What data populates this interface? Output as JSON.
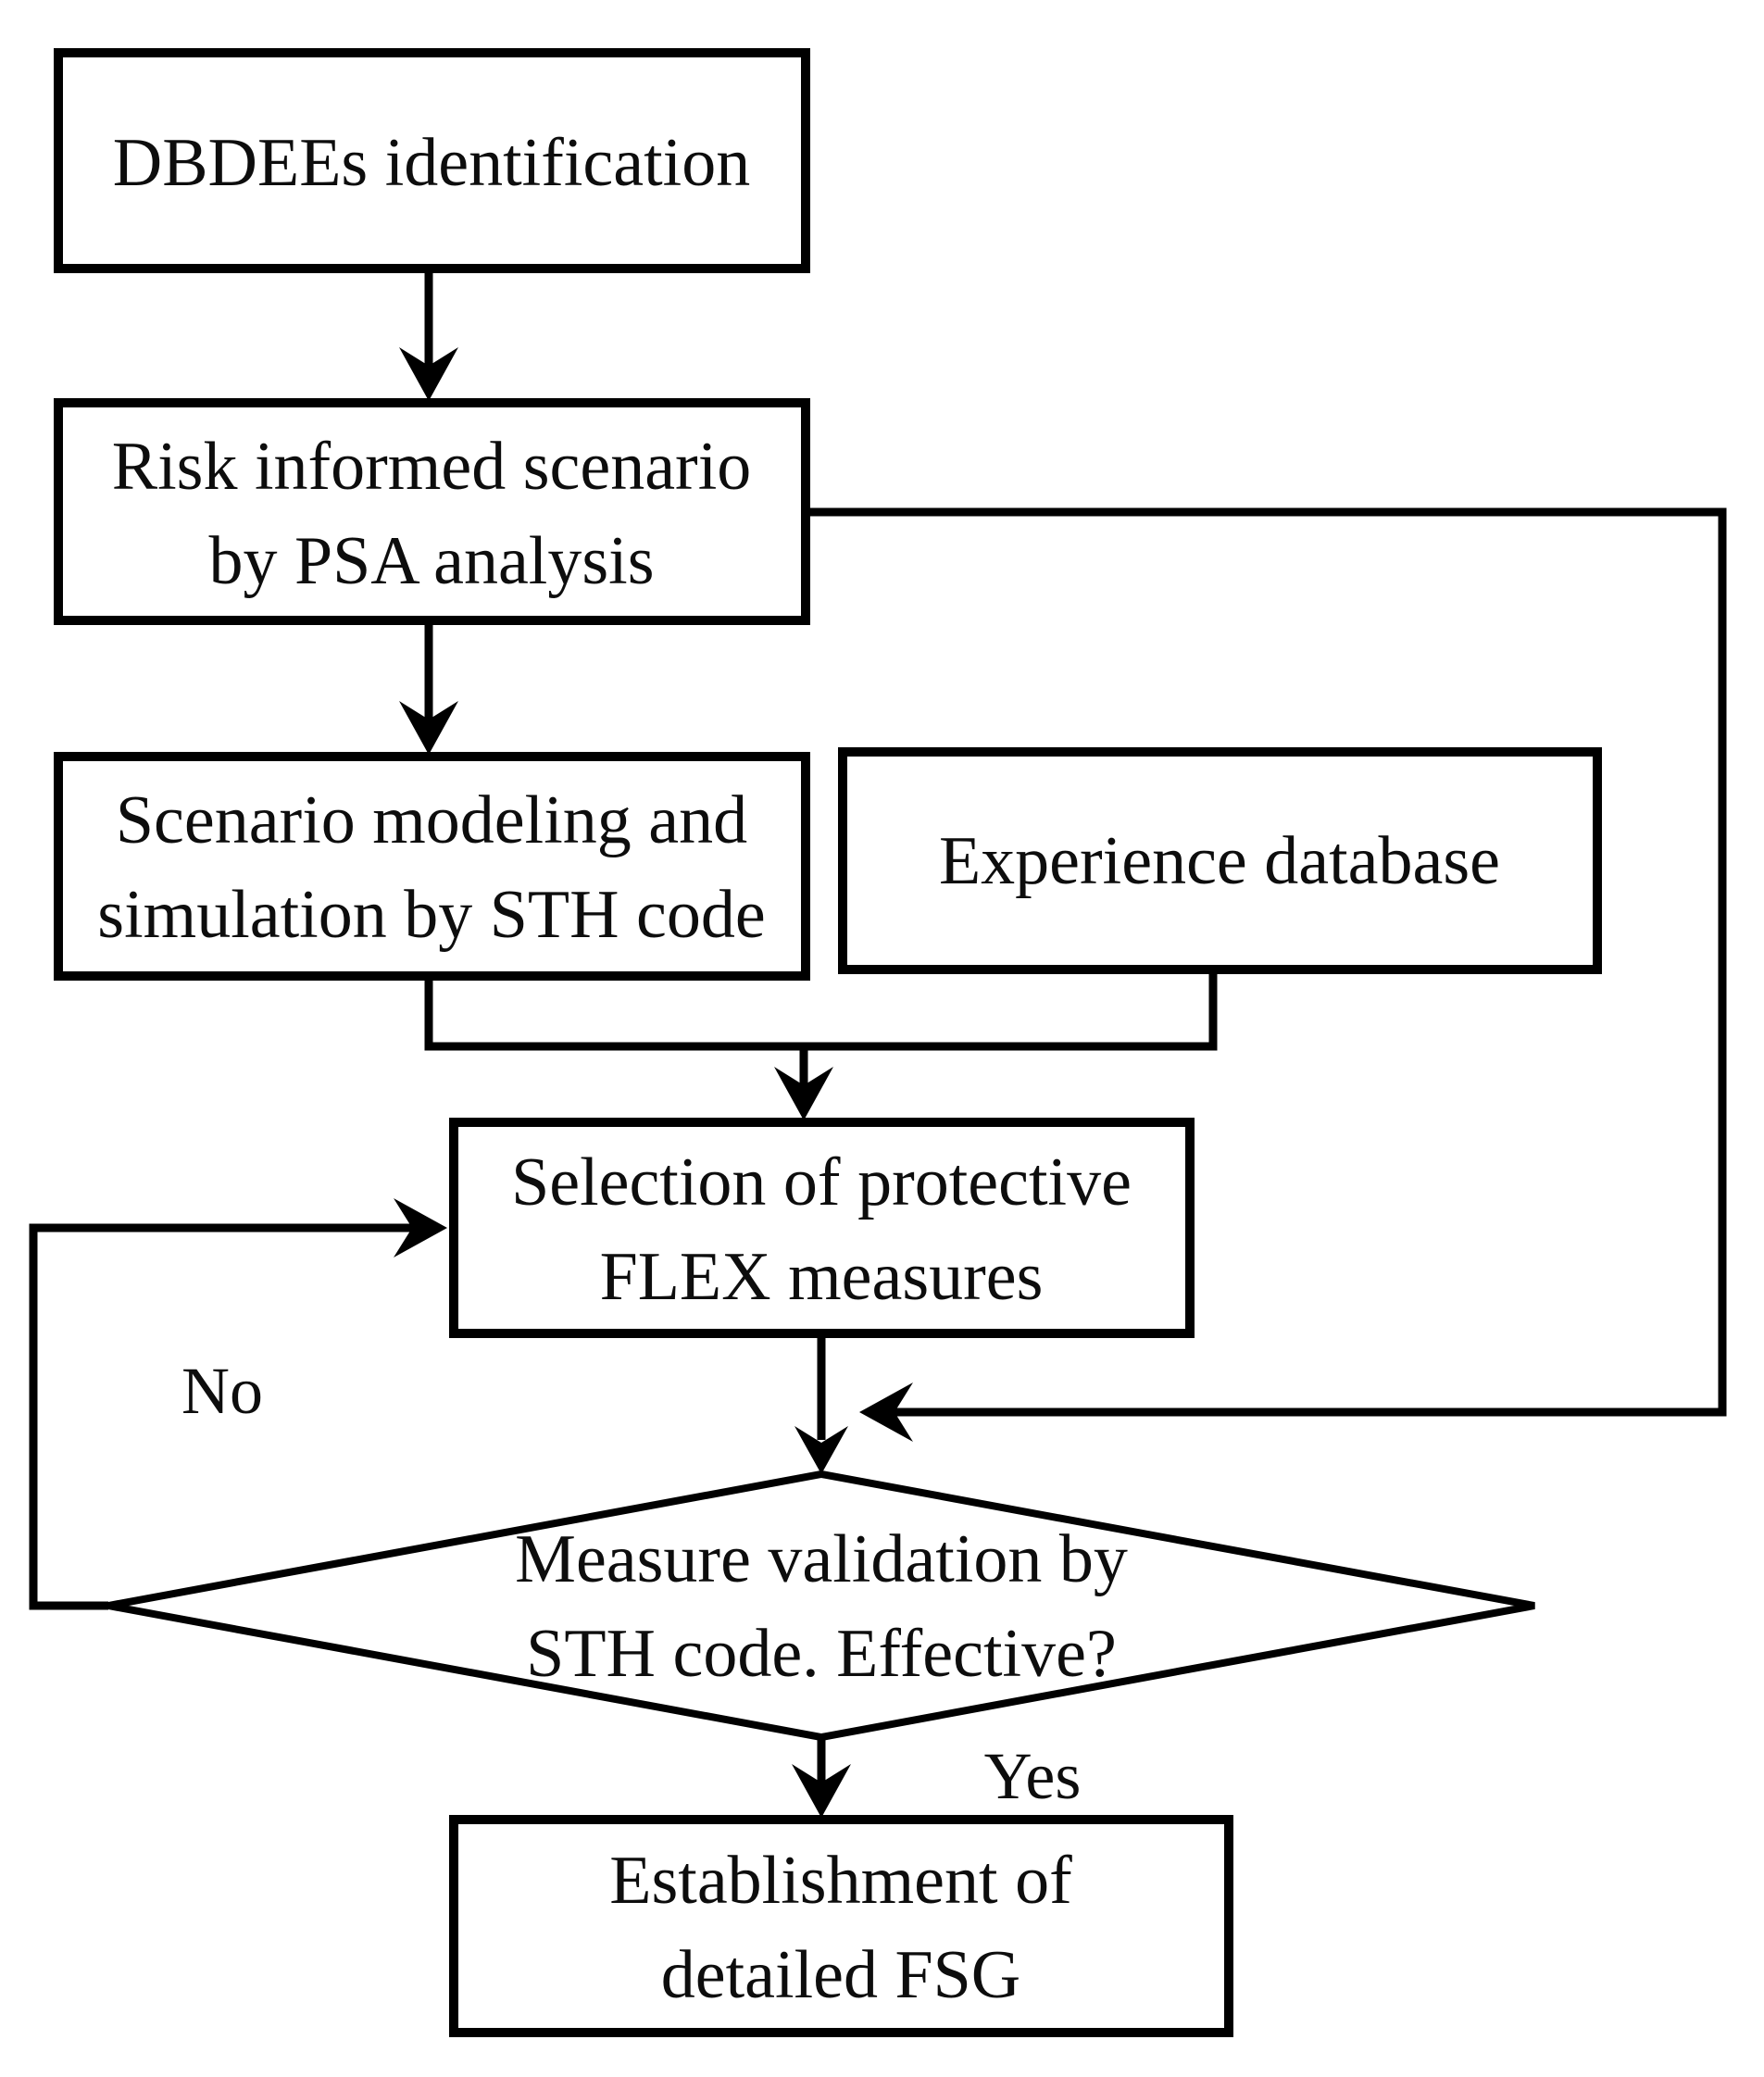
{
  "figure": {
    "type": "flowchart",
    "colors": {
      "background": "#ffffff",
      "line": "#000000",
      "text": "#0d0d0d"
    }
  },
  "nodes": {
    "dbdees": {
      "label": "DBDEEs identification"
    },
    "risk_scenario": {
      "line1": "Risk informed scenario",
      "line2": "by PSA analysis"
    },
    "scenario_modeling": {
      "line1": "Scenario modeling and",
      "line2": "simulation by STH code"
    },
    "experience_db": {
      "label": "Experience database"
    },
    "flex_selection": {
      "line1": "Selection of protective",
      "line2": "FLEX measures"
    },
    "measure_validation": {
      "line1": "Measure validation by",
      "line2": "STH code. Effective?"
    },
    "fsg_establishment": {
      "line1": "Establishment of",
      "line2": "detailed FSG"
    }
  },
  "edge_labels": {
    "no": "No",
    "yes": "Yes"
  }
}
